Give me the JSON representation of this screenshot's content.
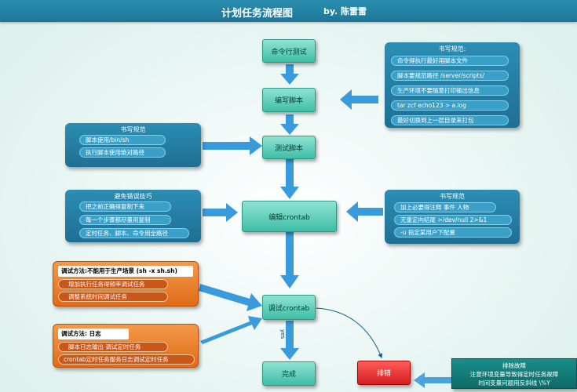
{
  "header": {
    "title": "计划任务流程图",
    "author": "by. 陈雷雷"
  },
  "flow": {
    "step1": "命令行测试",
    "step2": "编写脚本",
    "step3": "测试脚本",
    "step4": "编辑crontab",
    "step5": "调试crontab",
    "step6": "完成",
    "error": "排错",
    "yes_label": "yes"
  },
  "panels": {
    "writing_rules_top": {
      "title": "书写规范:",
      "items": [
        "命令得执行最好用脚本文件",
        "脚本要规范路径 /server/scripts/",
        "生产环境不要随意打印输出信息",
        "tar zcf echo123 > a.log",
        "最好切换到上一层目录来打包"
      ]
    },
    "writing_rules_left": {
      "title": "书写规范",
      "items": [
        "脚本使用/bin/sh",
        "执行脚本使用绝对路径"
      ]
    },
    "avoid_errors": {
      "title": "避免错误技巧",
      "items": [
        "把之前正确得复制下来",
        "每一个步骤都尽量用复制",
        "定时任务、脚本、命令用全路径"
      ]
    },
    "writing_rules_right": {
      "title": "书写规范",
      "items": [
        "加上必要得注释   事件  人物",
        "无重定向结尾 >/dev/null 2>&1",
        "-u 指定某用户下配置"
      ]
    },
    "debug_method_1": {
      "title": "调试方法:不能用于生产场景 (sh -x sh.sh)",
      "items": [
        "增加执行任务得频率调试任务",
        "调整系统时间调试任务"
      ]
    },
    "debug_method_2": {
      "title": "调试方法: 日志",
      "items": [
        "脚本日志输出 调试定时任务",
        "crontab定时任务服务日志调试定时任务"
      ]
    },
    "troubleshoot": {
      "lines": [
        "排除故障",
        "注意环境变量导致得定时任务故障",
        "时间变量问题用反斜线 \\%Y"
      ]
    }
  }
}
